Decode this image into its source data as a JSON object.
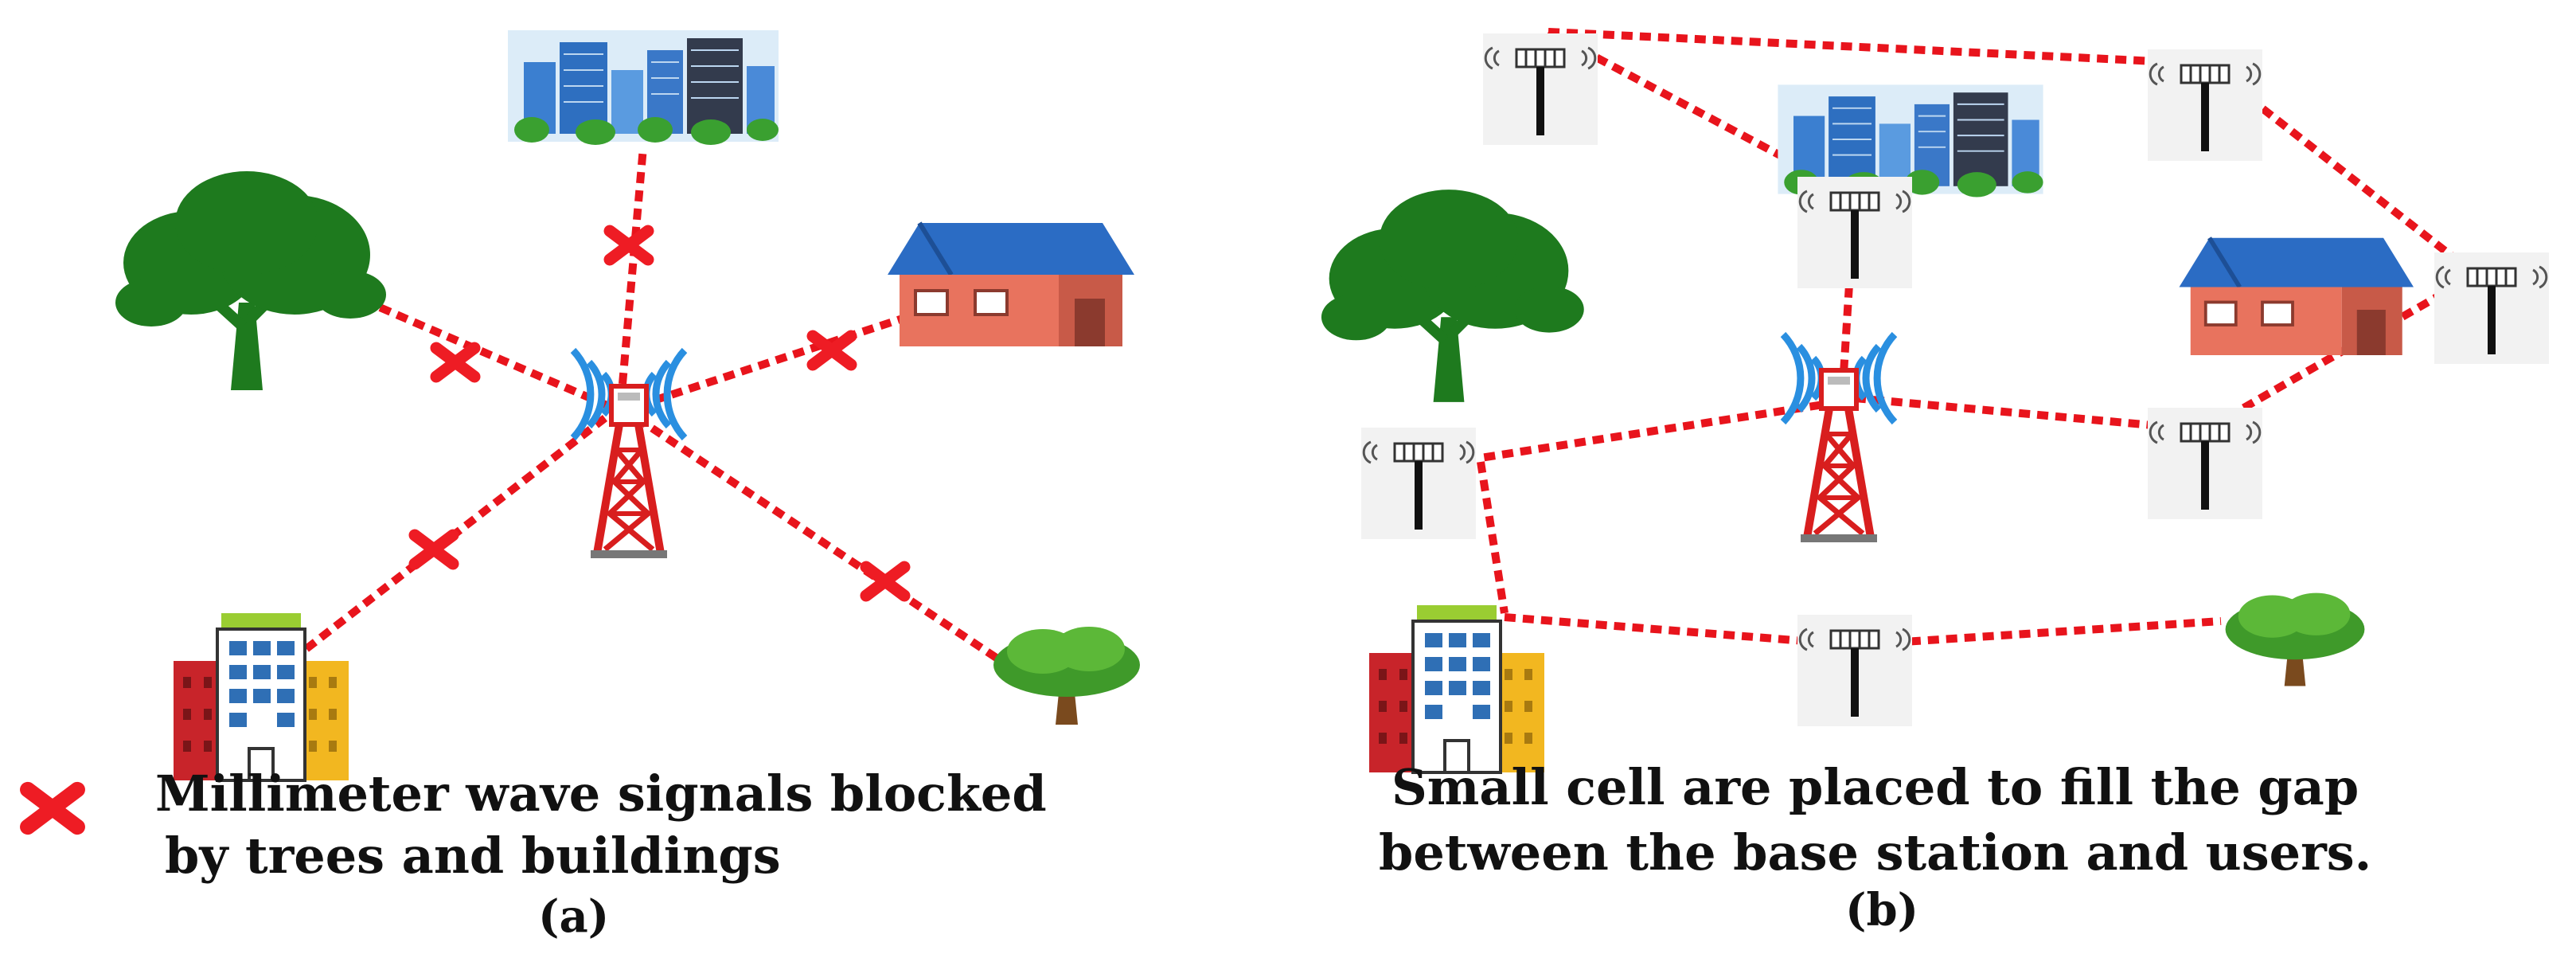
{
  "panel_a": {
    "legend": {
      "line1": "Millimeter wave signals blocked",
      "line2": "by trees and buildings"
    },
    "label": "(a)"
  },
  "panel_b": {
    "caption": {
      "line1": "Small cell are placed to fill the gap",
      "line2": "between the base station and users."
    },
    "label": "(b)"
  },
  "colors": {
    "link": "#e8141c",
    "block_mark": "#ee1c24",
    "tree": "#1e7a1e",
    "tower": "#d81e1e",
    "wave": "#2a8fe0",
    "roof": "#2b6cc4",
    "house_wall": "#e8735e",
    "sky": "#dcecf8"
  },
  "icons": [
    "tree-icon",
    "city-skyline-icon",
    "house-icon",
    "apartment-building-icon",
    "base-station-tower-icon",
    "small-cell-icon",
    "blocked-x-icon"
  ]
}
